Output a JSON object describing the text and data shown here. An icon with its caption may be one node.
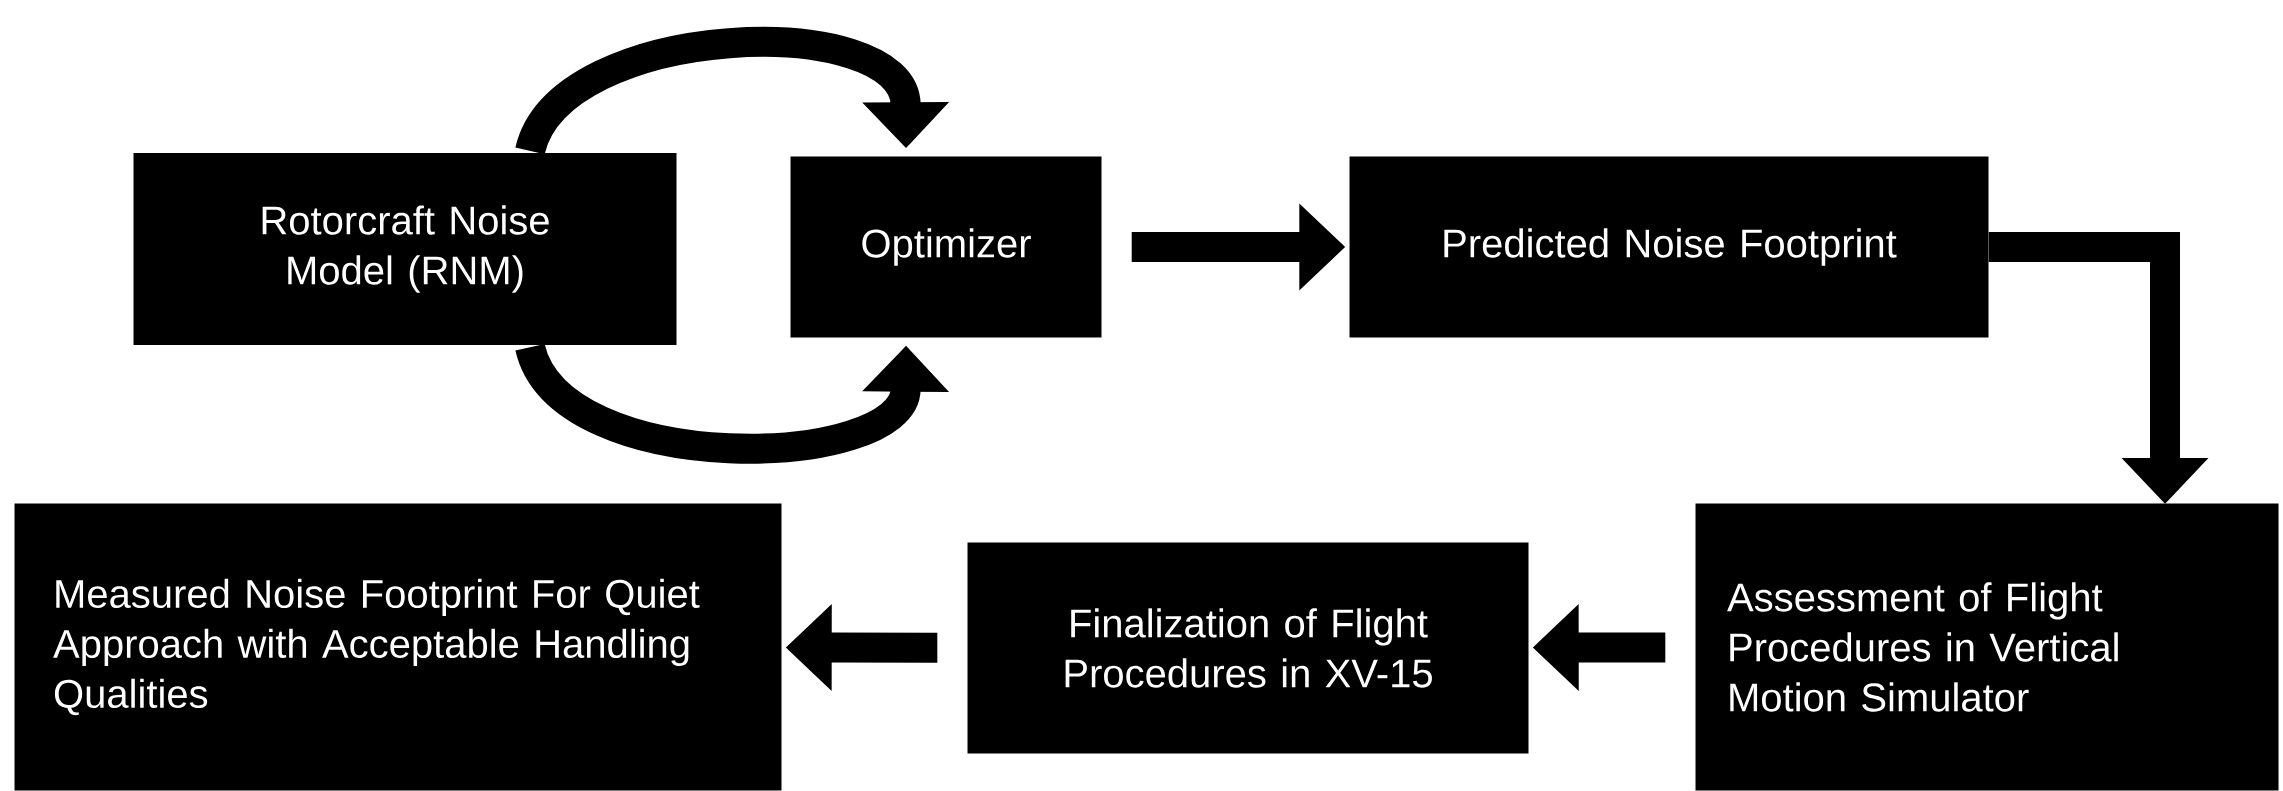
{
  "diagram": {
    "nodes": [
      {
        "text": [
          "Rotorcraft Noise Model (RNM)"
        ]
      },
      {
        "text": [
          "Optimizer"
        ]
      },
      {
        "text": [
          "Predicted Noise Footprint"
        ]
      },
      {
        "text": [
          "Assessment of Flight Procedures in Vertical Motion Simulator"
        ]
      },
      {
        "text": [
          "Finalization of Flight Procedures in XV-15"
        ]
      },
      {
        "text": [
          "Measured Noise Footprint For Quiet Approach with Acceptable Handling Qualities"
        ]
      }
    ],
    "edges": [
      {
        "from": 0,
        "to": 1,
        "arrow": "to"
      },
      {
        "from": 0,
        "to": 1,
        "arrow": "to"
      },
      {
        "from": 1,
        "to": 2,
        "arrow": "to"
      },
      {
        "from": 2,
        "to": 3,
        "arrow": "to"
      },
      {
        "from": 3,
        "to": 4,
        "arrow": "to"
      },
      {
        "from": 4,
        "to": 5,
        "arrow": "to"
      }
    ]
  }
}
